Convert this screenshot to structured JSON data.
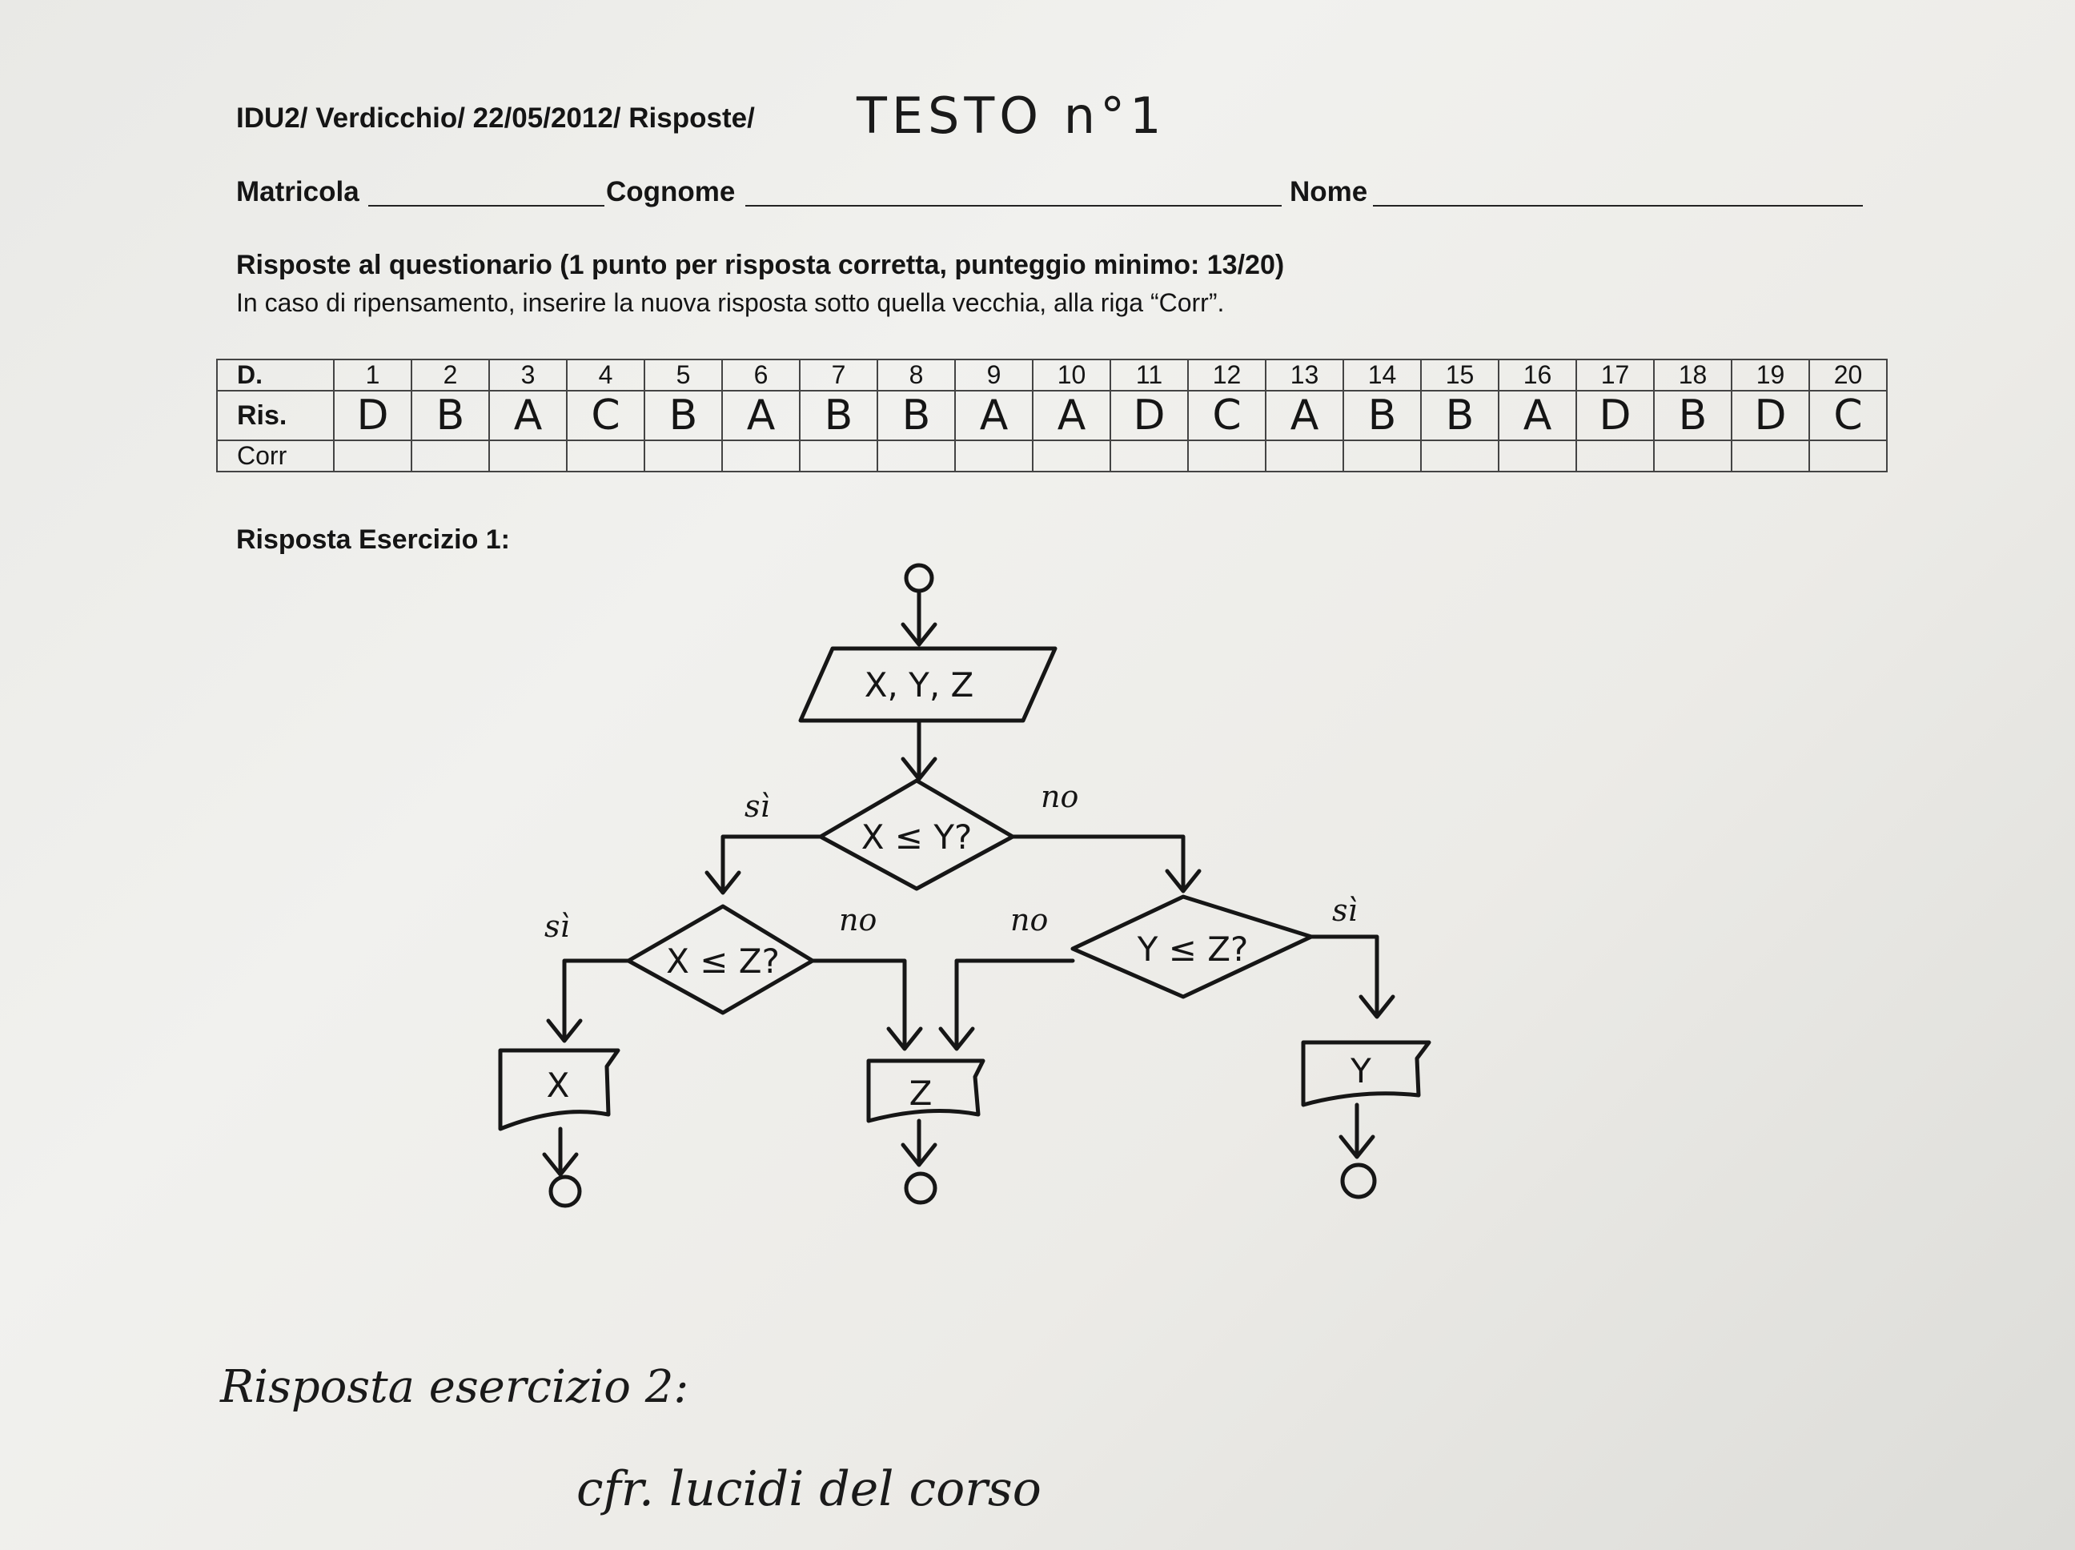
{
  "header": {
    "line": "IDU2/ Verdicchio/ 22/05/2012/ Risposte/",
    "testo": "TESTO n°1"
  },
  "fields": {
    "matricola": "Matricola",
    "cognome": "Cognome",
    "nome": "Nome"
  },
  "questionnaire": {
    "title": "Risposte al questionario (1 punto per risposta corretta, punteggio minimo: 13/20)",
    "instructions": "In caso di ripensamento, inserire la nuova risposta sotto quella vecchia, alla riga “Corr”."
  },
  "table": {
    "row_labels": [
      "D.",
      "Ris.",
      "Corr"
    ],
    "questions": [
      "1",
      "2",
      "3",
      "4",
      "5",
      "6",
      "7",
      "8",
      "9",
      "10",
      "11",
      "12",
      "13",
      "14",
      "15",
      "16",
      "17",
      "18",
      "19",
      "20"
    ],
    "answers": [
      "D",
      "B",
      "A",
      "C",
      "B",
      "A",
      "B",
      "B",
      "A",
      "A",
      "D",
      "C",
      "A",
      "B",
      "B",
      "A",
      "D",
      "B",
      "D",
      "C"
    ],
    "corrections": [
      "",
      "",
      "",
      "",
      "",
      "",
      "",
      "",
      "",
      "",
      "",
      "",
      "",
      "",
      "",
      "",
      "",
      "",
      "",
      ""
    ]
  },
  "exercise1": {
    "title": "Risposta Esercizio 1:",
    "input": "X, Y, Z",
    "decision_main": "X ≤ Y?",
    "decision_left": "X ≤ Z?",
    "decision_right": "Y ≤ Z?",
    "label_si": "sì",
    "label_no": "no",
    "output_left": "X",
    "output_middle": "Z",
    "output_right": "Y"
  },
  "exercise2": {
    "title": "Risposta esercizio 2:",
    "answer": "cfr. lucidi del corso"
  }
}
